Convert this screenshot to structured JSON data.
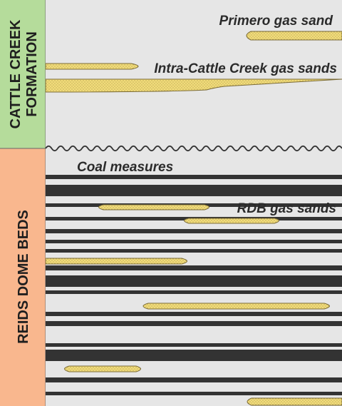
{
  "formations": {
    "upper": {
      "line1": "CATTLE CREEK",
      "line2": "FORMATION",
      "color": "#b5dc9b"
    },
    "lower": {
      "label": "REIDS DOME BEDS",
      "color": "#f9b78e"
    }
  },
  "annotations": {
    "primero": "Primero gas sand",
    "intra": "Intra-Cattle Creek gas sands",
    "coal": "Coal measures",
    "rdb": "RDB gas sands"
  },
  "colors": {
    "panel_bg": "#e6e6e6",
    "coal": "#333333",
    "sand_fill": "#f2dc7a",
    "sand_stroke": "#7a6a35",
    "text": "#2b2b2b"
  }
}
